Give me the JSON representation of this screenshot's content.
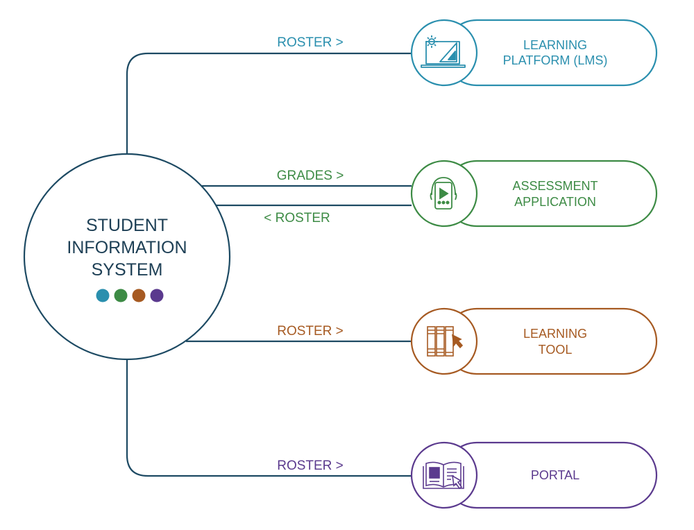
{
  "colors": {
    "connector": "#1d4a63",
    "lms": "#2a8fae",
    "assessment": "#3d8b45",
    "tool": "#a65a22",
    "portal": "#5b3a8e"
  },
  "hub": {
    "lines": [
      "STUDENT",
      "INFORMATION",
      "SYSTEM"
    ],
    "dots": [
      "#2a8fae",
      "#3d8b45",
      "#a65a22",
      "#5b3a8e"
    ]
  },
  "systems": [
    {
      "id": "lms",
      "lines": [
        "LEARNING",
        "PLATFORM (LMS)"
      ],
      "icon": "laptop-gear-ruler-icon",
      "flows": [
        {
          "label": "ROSTER",
          "direction": "out",
          "arrow": ">"
        }
      ]
    },
    {
      "id": "assessment",
      "lines": [
        "ASSESSMENT",
        "APPLICATION"
      ],
      "icon": "phone-headphones-play-icon",
      "flows": [
        {
          "label": "GRADES",
          "direction": "out",
          "arrow": ">"
        },
        {
          "label": "ROSTER",
          "direction": "in",
          "arrow": "<"
        }
      ]
    },
    {
      "id": "tool",
      "lines": [
        "LEARNING",
        "TOOL"
      ],
      "icon": "books-cursor-icon",
      "flows": [
        {
          "label": "ROSTER",
          "direction": "out",
          "arrow": ">"
        }
      ]
    },
    {
      "id": "portal",
      "lines": [
        "PORTAL"
      ],
      "icon": "open-book-cursor-icon",
      "flows": [
        {
          "label": "ROSTER",
          "direction": "out",
          "arrow": ">"
        }
      ]
    }
  ],
  "labels": {
    "lms_flow": "ROSTER >",
    "assessment_flow_out": "GRADES >",
    "assessment_flow_in": "< ROSTER",
    "tool_flow": "ROSTER >",
    "portal_flow": "ROSTER >"
  }
}
